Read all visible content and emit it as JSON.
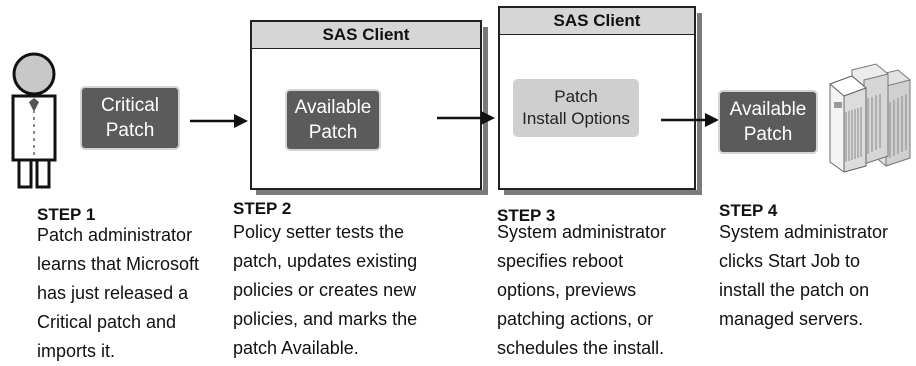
{
  "step1": {
    "box": "Critical\nPatch",
    "title": "STEP 1",
    "desc": [
      "Patch administrator",
      "learns that Microsoft",
      "has just released a",
      "Critical patch and",
      "imports it."
    ]
  },
  "step2": {
    "header": "SAS Client",
    "box": "Available\nPatch",
    "title": "STEP 2",
    "desc": [
      "Policy setter tests the",
      "patch, updates existing",
      "policies or creates new",
      "policies, and marks the",
      "patch Available."
    ]
  },
  "step3": {
    "header": "SAS Client",
    "box": "Patch\nInstall Options",
    "title": "STEP 3",
    "desc": [
      "System administrator",
      "specifies reboot",
      "options, previews",
      "patching actions, or",
      "schedules the install."
    ]
  },
  "step4": {
    "box": "Available\nPatch",
    "title": "STEP 4",
    "desc": [
      "System administrator",
      "clicks Start Job to",
      "install the patch on",
      "managed servers."
    ]
  }
}
